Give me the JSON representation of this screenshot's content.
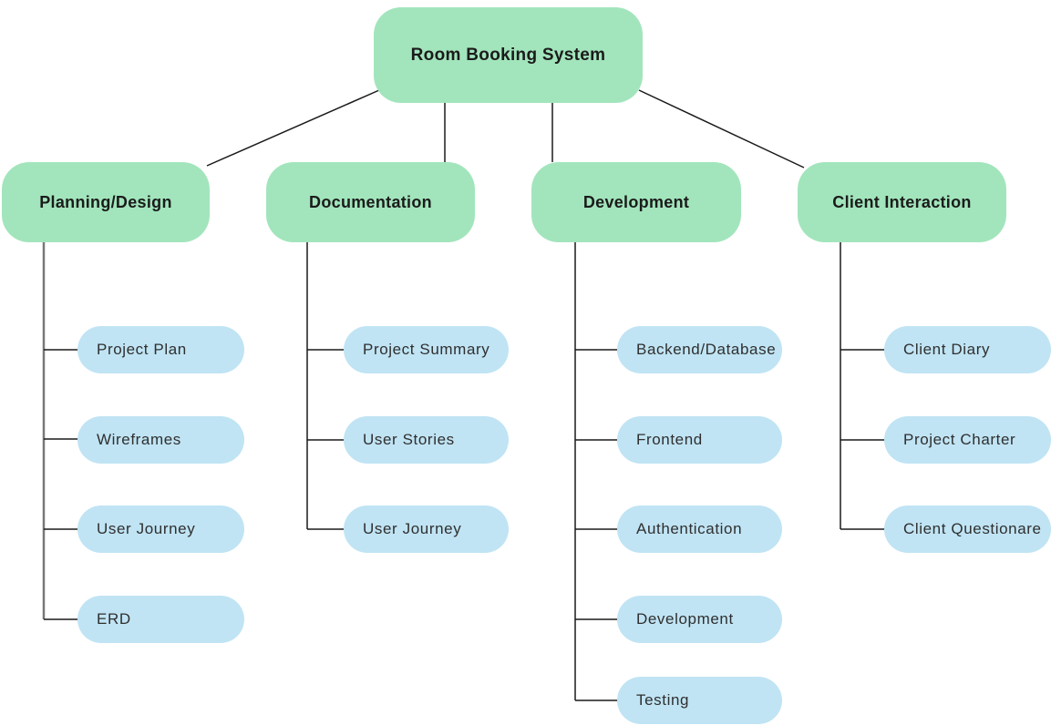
{
  "diagram": {
    "root": {
      "label": "Room Booking System"
    },
    "branches": [
      {
        "label": "Planning/Design",
        "children": [
          {
            "label": "Project Plan"
          },
          {
            "label": "Wireframes"
          },
          {
            "label": "User Journey"
          },
          {
            "label": "ERD"
          }
        ]
      },
      {
        "label": "Documentation",
        "children": [
          {
            "label": "Project Summary"
          },
          {
            "label": "User Stories"
          },
          {
            "label": "User Journey"
          }
        ]
      },
      {
        "label": "Development",
        "children": [
          {
            "label": "Backend/Database"
          },
          {
            "label": "Frontend"
          },
          {
            "label": "Authentication"
          },
          {
            "label": "Development"
          },
          {
            "label": "Testing"
          }
        ]
      },
      {
        "label": "Client Interaction",
        "children": [
          {
            "label": "Client Diary"
          },
          {
            "label": "Project Charter"
          },
          {
            "label": "Client Questionare"
          }
        ]
      }
    ],
    "colors": {
      "branch_fill": "#a2e5bc",
      "child_fill": "#c0e4f4",
      "line_black": "#1a1a1a",
      "trunk_gray": "#787878",
      "text": "#1b1b1b"
    }
  }
}
